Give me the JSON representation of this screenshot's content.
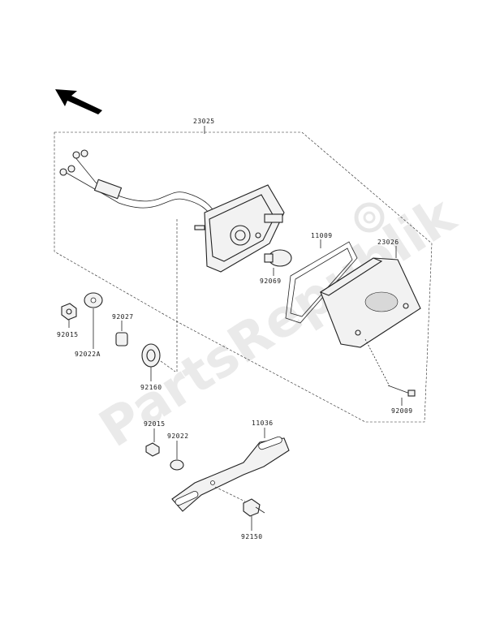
{
  "diagram": {
    "watermark": "PartsRepublik",
    "labels": {
      "housing_assembly": "23025",
      "gasket": "11009",
      "lens": "23026",
      "bulb": "92069",
      "screw_lens": "92009",
      "nut_top": "92015",
      "washer_top": "92022A",
      "collar": "92027",
      "grommet": "92160",
      "nut_bottom": "92015",
      "washer_bottom": "92022",
      "bracket": "11036",
      "bolt": "92150"
    }
  }
}
